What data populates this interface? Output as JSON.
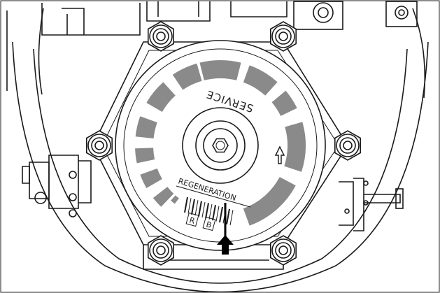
{
  "labels": {
    "service": "SERVICE",
    "regeneration": "REGENERATION",
    "scale_r": "R",
    "scale_b": "B"
  },
  "colors": {
    "segment_gray": "#8a8a8a",
    "line": "#1a1a1a",
    "background": "#ffffff"
  },
  "icons": {
    "indicator_arrow": "arrow-up-icon",
    "direction_arrow": "arrow-up-small-icon"
  }
}
